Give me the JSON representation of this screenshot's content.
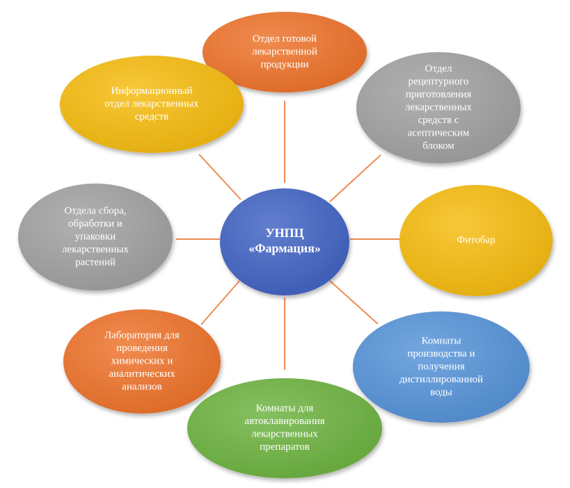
{
  "center": {
    "lines": [
      "УНПЦ",
      "«Фармация»"
    ],
    "color": "#3f62c3"
  },
  "nodes": [
    {
      "id": "finished-products",
      "lines": [
        "Отдел готовой",
        "лекарственной",
        "продукции"
      ],
      "color": "#ee7128"
    },
    {
      "id": "prescription-aseptic",
      "lines": [
        "Отдел",
        "рецептурного",
        "приготовления",
        "лекарственных",
        "средств с",
        "асептическим",
        "блоком"
      ],
      "color": "#a0a0a0"
    },
    {
      "id": "phytobar",
      "lines": [
        "Фитобар"
      ],
      "color": "#f6bb0c"
    },
    {
      "id": "distilled-water",
      "lines": [
        "Комнаты",
        "производства и",
        "получения",
        "дистиллированной",
        "воды"
      ],
      "color": "#5492d8"
    },
    {
      "id": "autoclave-rooms",
      "lines": [
        "Комнаты для",
        "автоклавирования",
        "лекарственных",
        "препаратов"
      ],
      "color": "#6cb23e"
    },
    {
      "id": "chem-lab",
      "lines": [
        "Лаборатория для",
        "проведения",
        "химических и",
        "аналитических",
        "анализов"
      ],
      "color": "#ee7128"
    },
    {
      "id": "herb-processing",
      "lines": [
        "Отдела  сбора,",
        "обработки и",
        "упаковки",
        "лекарственных",
        "растений"
      ],
      "color": "#a0a0a0"
    },
    {
      "id": "info-dept",
      "lines": [
        "Информационный",
        "отдел лекарственных",
        "средств"
      ],
      "color": "#f6bb0c"
    }
  ],
  "connector_color": "#ee8a52"
}
